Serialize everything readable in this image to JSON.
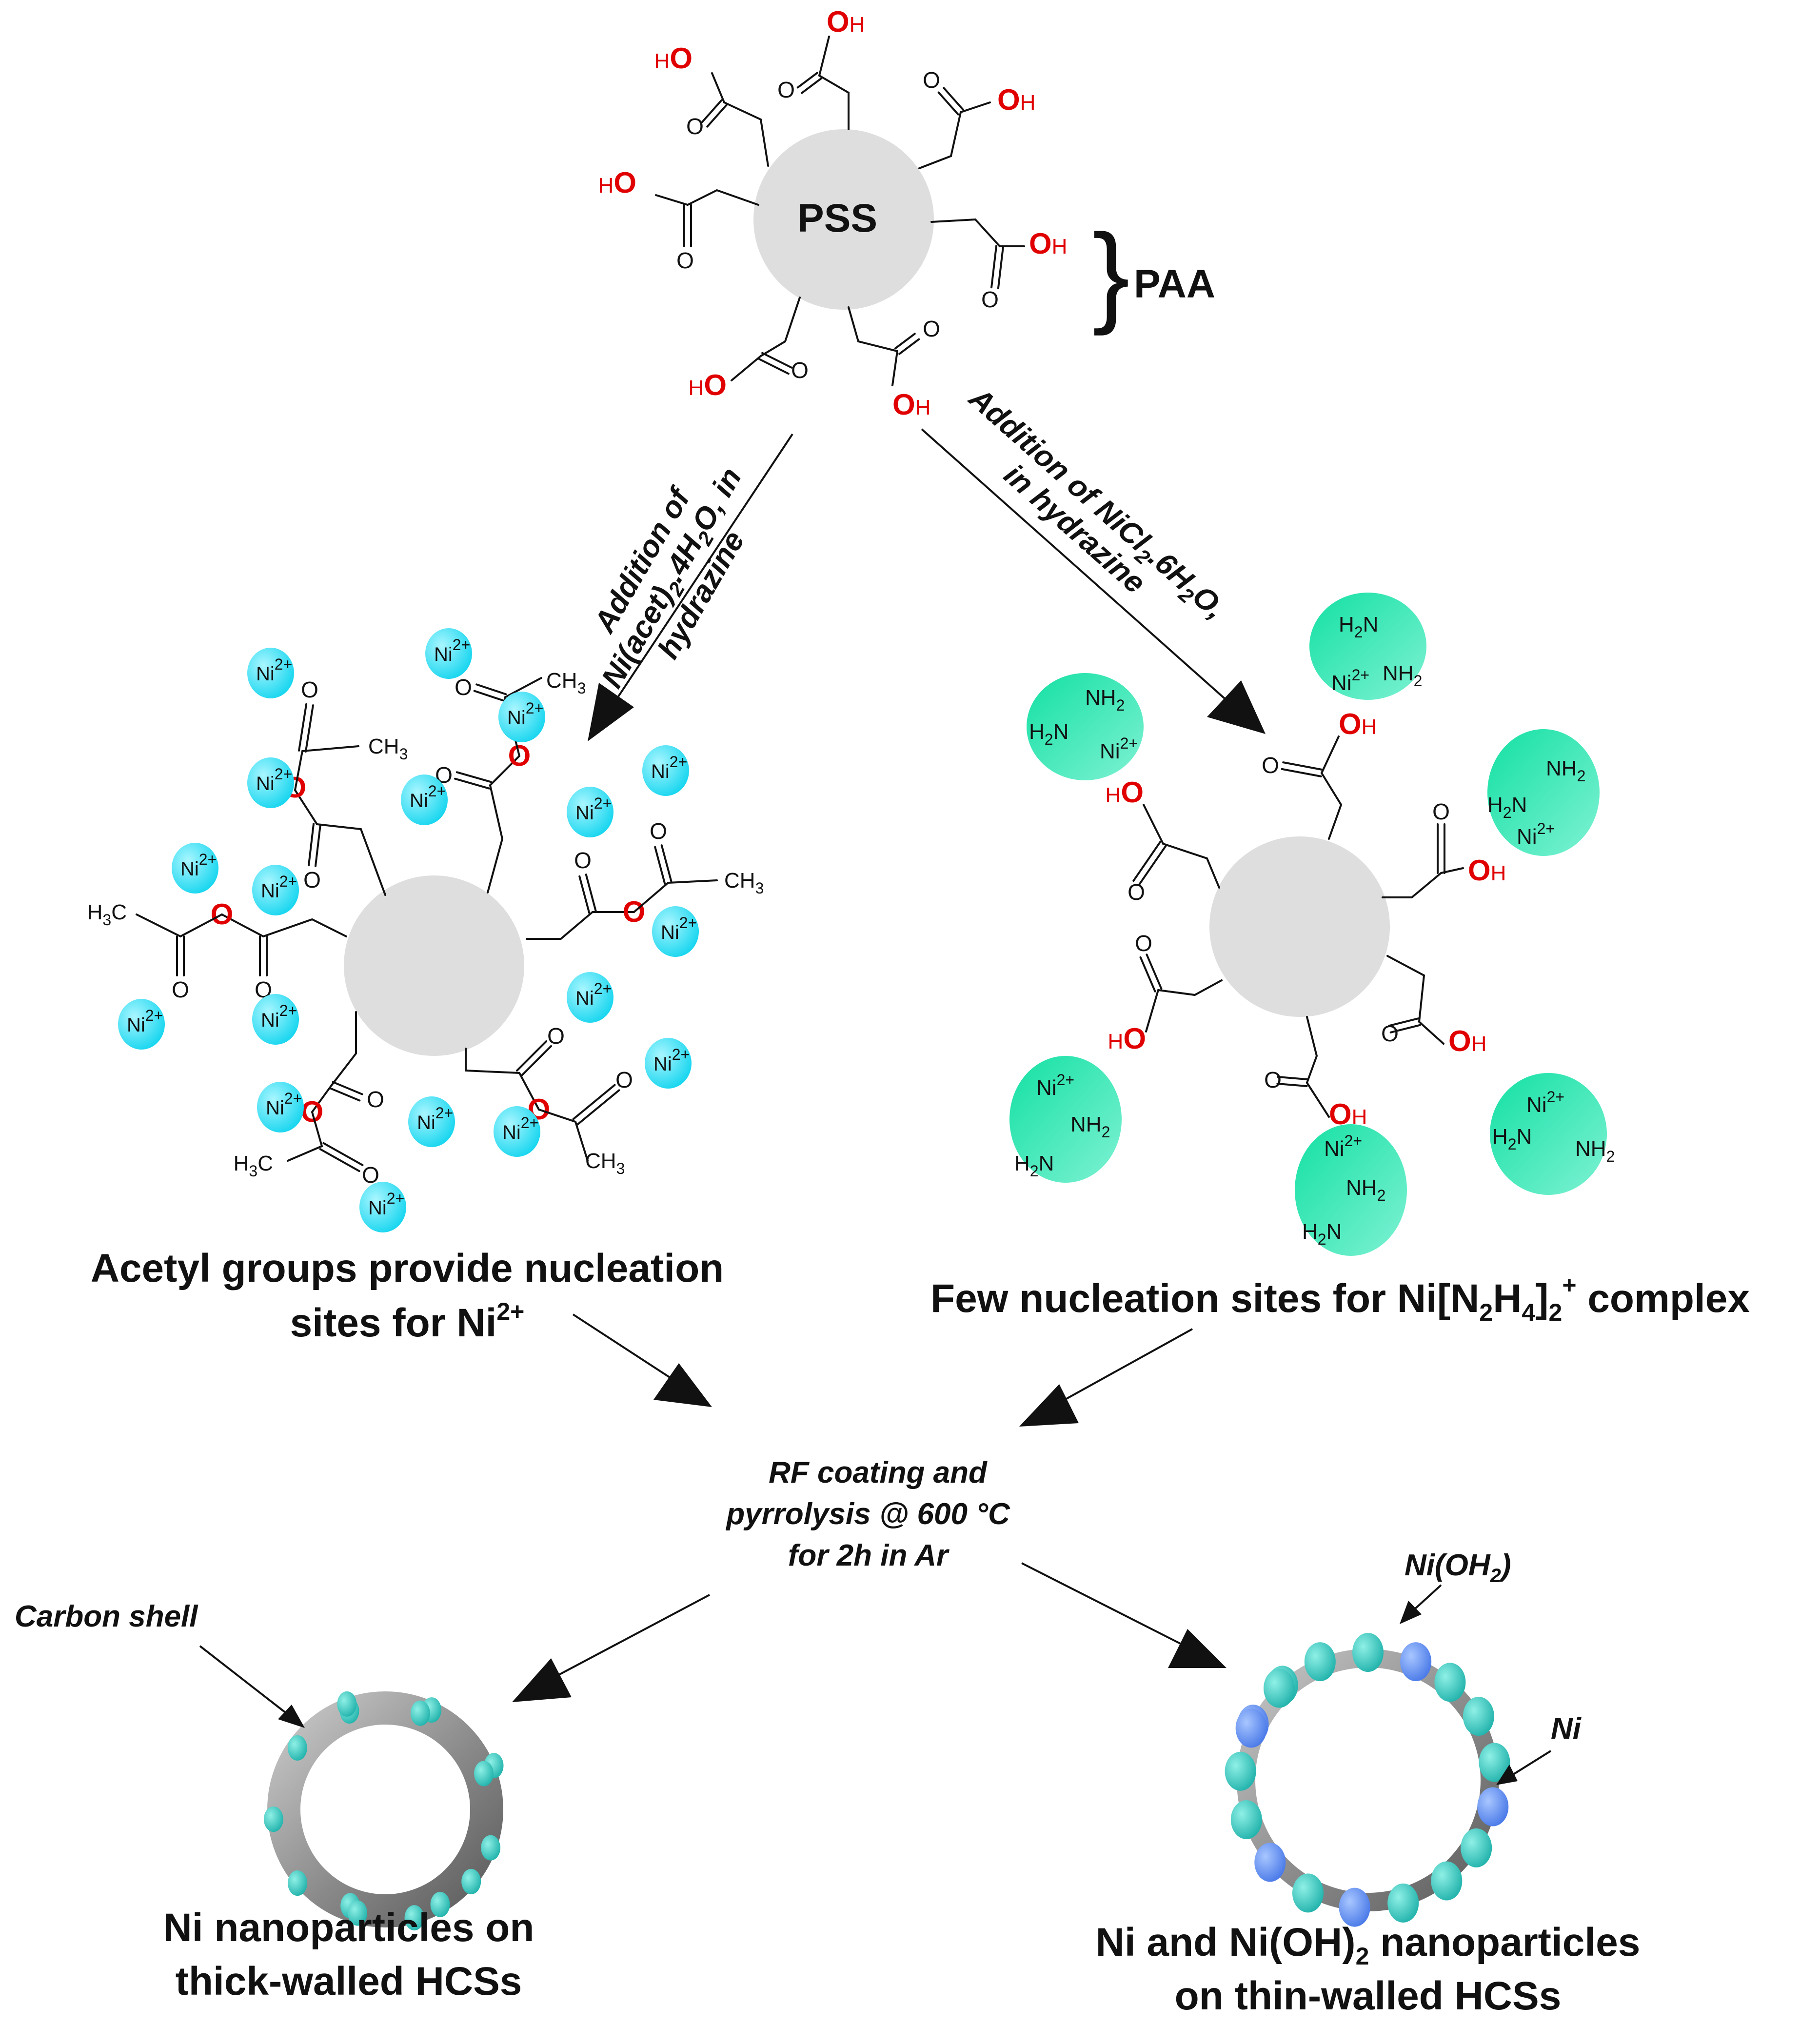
{
  "core_label": "PSS",
  "paa_label": "PAA",
  "left_arrow_label": {
    "line1": "Addition of",
    "line2a": "Ni(acet)",
    "line2b": "2",
    "line2c": ".4H",
    "line2d": "2",
    "line2e": "O, in",
    "line3": "hydrazine"
  },
  "right_arrow_label": {
    "line1a": "Addition of NiCl",
    "line1b": "2",
    "line1c": ".6H",
    "line1d": "2",
    "line1e": "O,",
    "line2": "in hydrazine"
  },
  "left_caption": {
    "line1": "Acetyl groups provide nucleation",
    "line2": "sites for Ni",
    "line2_sup": "2+"
  },
  "right_caption": {
    "a": "Few nucleation sites for Ni[N",
    "sub1": "2",
    "b": "H",
    "sub2": "4",
    "c": "]",
    "sub3": "2",
    "sup": "+",
    "d": " complex"
  },
  "middle_step": {
    "line1": "RF coating and",
    "line2": "pyrrolysis @ 600 °C",
    "line3": "for 2h in Ar"
  },
  "carbon_shell_label": "Carbon shell",
  "nioh_label": {
    "main": "Ni(OH",
    "sub": "2",
    "close": ")"
  },
  "ni_label": "Ni",
  "bottom_left_caption": {
    "line1": "Ni nanoparticles on",
    "line2": "thick-walled HCSs"
  },
  "bottom_right_caption": {
    "line1a": "Ni and Ni(OH)",
    "line1sub": "2",
    "line1b": " nanoparticles",
    "line2": "on thin-walled HCSs"
  },
  "chem": {
    "O": "O",
    "H": "H",
    "OH_O": "O",
    "OH_H": "H",
    "ni": "Ni",
    "ni_charge": "2+",
    "ch3": "CH",
    "ch3_sub": "3",
    "h3c": "H",
    "h3c_sub": "3",
    "h3c_c": "C",
    "nh2": "NH",
    "h2n": "H",
    "n_sub": "2",
    "h2n_n": "N"
  },
  "colors": {
    "ni_ion": "#22e0f0",
    "ni_complex": "#2fe8b0",
    "core": "#dedede",
    "oxygen": "#e00000",
    "particle_ni": "#36c9c0",
    "particle_nioh": "#5b8ff0",
    "shell_dark": "#777777",
    "shell_light": "#bdbdbd"
  }
}
